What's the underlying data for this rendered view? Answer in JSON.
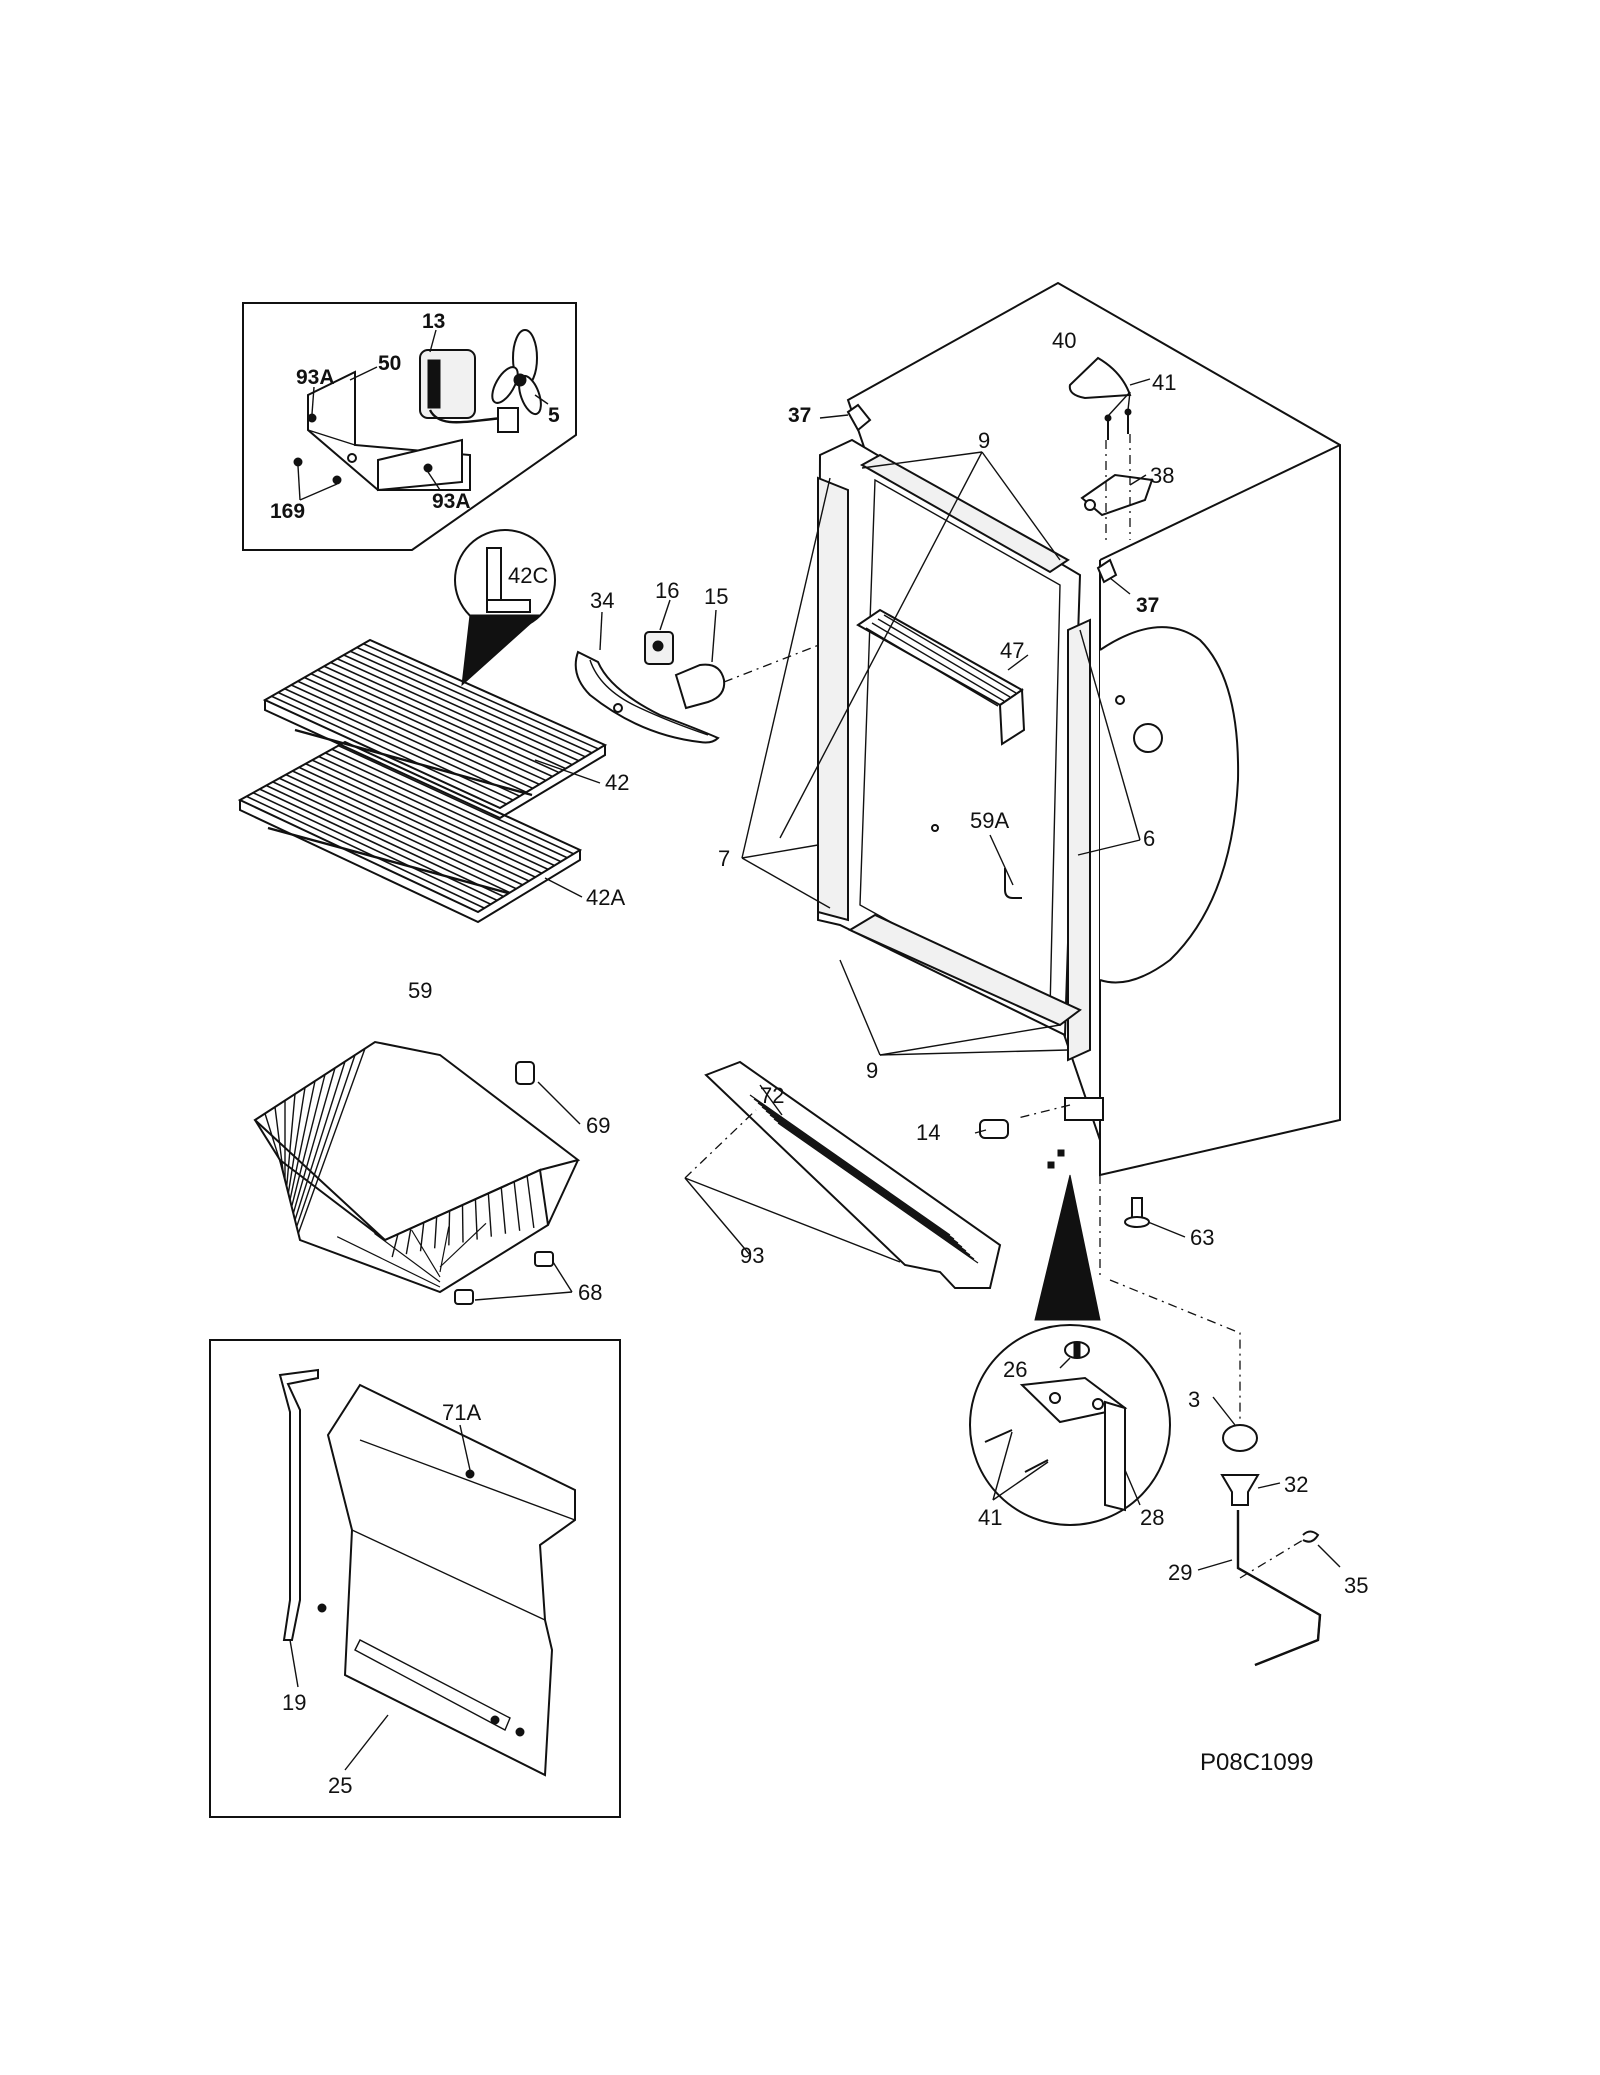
{
  "diagram_code": "P08C1099",
  "labels": {
    "l13": "13",
    "l50": "50",
    "l93A_top": "93A",
    "l5": "5",
    "l169": "169",
    "l93A_bot": "93A",
    "l42C": "42C",
    "l42": "42",
    "l42A": "42A",
    "l34": "34",
    "l16": "16",
    "l15": "15",
    "l40": "40",
    "l41_top": "41",
    "l38": "38",
    "l37_top": "37",
    "l37_right": "37",
    "l9_top": "9",
    "l47": "47",
    "l59A": "59A",
    "l7": "7",
    "l6": "6",
    "l9_bot": "9",
    "l59": "59",
    "l69": "69",
    "l68": "68",
    "l72": "72",
    "l93": "93",
    "l14": "14",
    "l63": "63",
    "l26": "26",
    "l41_bot": "41",
    "l28": "28",
    "l3": "3",
    "l32": "32",
    "l29": "29",
    "l35": "35",
    "l71A": "71A",
    "l19": "19",
    "l25": "25"
  }
}
